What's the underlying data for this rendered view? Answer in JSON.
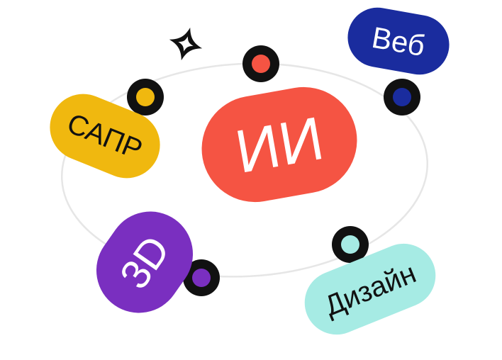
{
  "tags": [
    {
      "id": "ai",
      "label": "ИИ",
      "color": "#f55443",
      "text_color": "#ffffff"
    },
    {
      "id": "web",
      "label": "Веб",
      "color": "#1a2c9e",
      "text_color": "#ffffff"
    },
    {
      "id": "sapr",
      "label": "САПР",
      "color": "#f0b80f",
      "text_color": "#111111"
    },
    {
      "id": "3d",
      "label": "3D",
      "color": "#7a2fc0",
      "text_color": "#ffffff"
    },
    {
      "id": "design",
      "label": "Дизайн",
      "color": "#a6ebe4",
      "text_color": "#111111"
    }
  ],
  "dots": [
    {
      "id": "red",
      "color": "#f55443"
    },
    {
      "id": "yellow",
      "color": "#f0b80f"
    },
    {
      "id": "blue",
      "color": "#1a2c9e"
    },
    {
      "id": "purple",
      "color": "#7a2fc0"
    },
    {
      "id": "mint",
      "color": "#a6ebe4"
    }
  ],
  "icons": {
    "sparkle": "sparkle-icon"
  },
  "colors": {
    "orbit": "#e6e6e6",
    "ring": "#111111"
  }
}
